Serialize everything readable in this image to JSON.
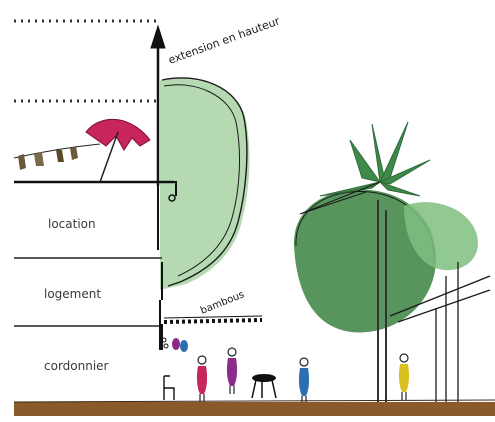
{
  "labels": {
    "extension": "extension en hauteur",
    "location": "location",
    "logement": "logement",
    "bamboo": "bambous",
    "cordonnier": "cordonnier"
  },
  "colors": {
    "ground": "#8a5a2b",
    "foliage_light": "#a8d4a5",
    "foliage_mid": "#7fbf80",
    "foliage_dark": "#4f8f54",
    "palm": "#3f8a4a",
    "umbrella": "#c8265a",
    "ink": "#1a1a1a"
  },
  "figures": [
    {
      "name": "figure-red",
      "color": "#c8265a"
    },
    {
      "name": "figure-purple",
      "color": "#8b2a8a"
    },
    {
      "name": "figure-blue",
      "color": "#2a6fb0"
    },
    {
      "name": "figure-yellow",
      "color": "#d8c020"
    }
  ]
}
